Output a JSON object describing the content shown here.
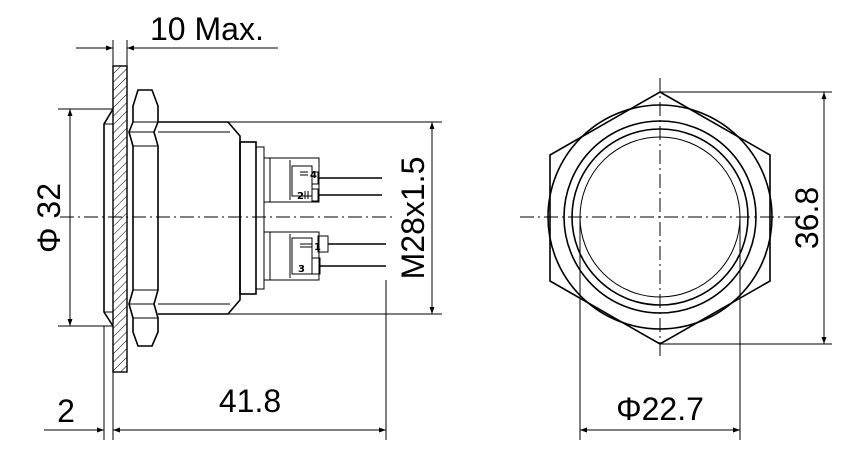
{
  "dimensions": {
    "max_depth": "10 Max.",
    "diameter_outer": "Φ 32",
    "thread": "M28x1.5",
    "body_length": "41.8",
    "bezel_thickness": "2",
    "hex_across_corners": "36.8",
    "diameter_inner": "Φ22.7"
  },
  "pins": {
    "p1": "1",
    "p2": "2",
    "p3": "3",
    "p4": "4"
  }
}
